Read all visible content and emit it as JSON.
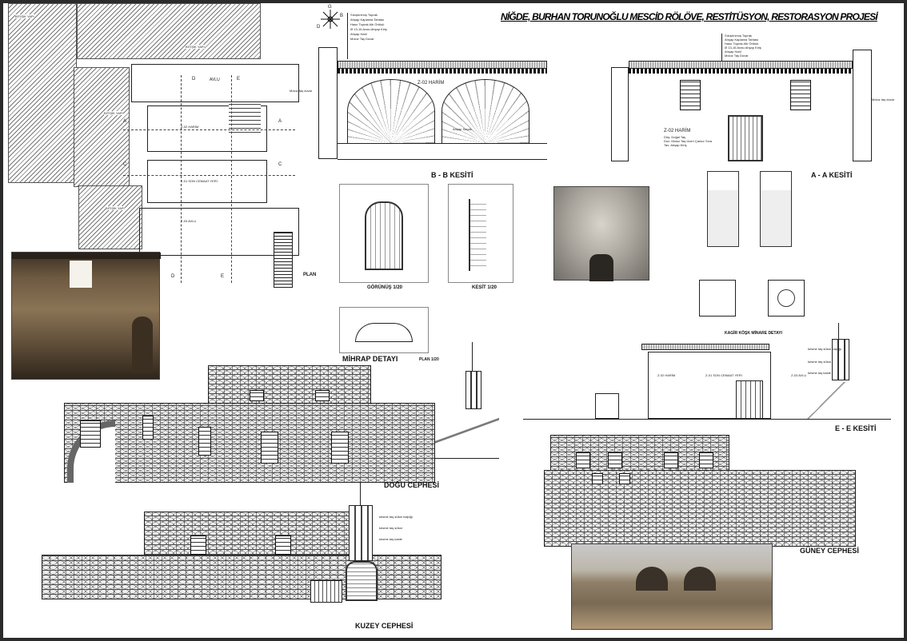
{
  "title": "NİĞDE, BURHAN TORUNOĞLU MESCİD RÖLÖVE, RESTİTÜSYON, RESTORASYON PROJESİ",
  "compass": {
    "n": "G",
    "e": "B",
    "w": "D"
  },
  "plan": {
    "label": "PLAN",
    "adjacent": "BİTİŞİK YAPI",
    "courtyard": "AVLU",
    "harim": "Z-02 HARİM",
    "son_cemaat": "Z-01 SON CEMAAT YERİ",
    "avlu_room": "Z-03 AVLU",
    "wall_note": "Moloz taş duvar",
    "section_marks": [
      "A",
      "A",
      "C",
      "C",
      "D",
      "D",
      "E",
      "E"
    ]
  },
  "legend_top": [
    "Sıkıştırılmış Toprak",
    "Ahşap Kaplama Tahtası",
    "Hasır Toprak Altı Örtüsü",
    "Ø 13-16 Arası Ahşap Kiriş",
    "Ahşap Hatıl",
    "Moloz Taş Duvar"
  ],
  "sections": {
    "bb": {
      "label": "B - B KESİTİ",
      "room": "Z-02 HARİM",
      "note": "Ahşap Saçak"
    },
    "aa": {
      "label": "A - A KESİTİ",
      "room": "Z-02 HARİM",
      "notes": [
        "Döş: Doğal Taş",
        "Duv: Moloz Taş Üzeri Çamur Sıva",
        "Tav: Ahşap Kiriş"
      ],
      "wall_note": "Moloz taş duvar"
    },
    "ee": {
      "label": "E - E KESİTİ",
      "rooms": [
        "Z-02 HARİM",
        "Z-01 SON CEMAAT YERİ",
        "Z-03 AVLU"
      ]
    }
  },
  "mihrab": {
    "label": "MİHRAP DETAYI",
    "gorunus": "GÖRÜNÜŞ 1/20",
    "kesit": "KESİT 1/20",
    "plan": "PLAN 1/20"
  },
  "minaret": {
    "label": "KAGİR KÖŞK MİNARE DETAYI",
    "notes": [
      "kesme taş sütun başlığı",
      "kesme taş sütun",
      "kesme taş kaide"
    ]
  },
  "elevations": {
    "dogu": "DOĞU CEPHESİ",
    "kuzey": "KUZEY CEPHESİ",
    "guney": "GÜNEY CEPHESİ"
  },
  "colors": {
    "title": "#1a1a1a",
    "frame": "#2b2b2b"
  }
}
